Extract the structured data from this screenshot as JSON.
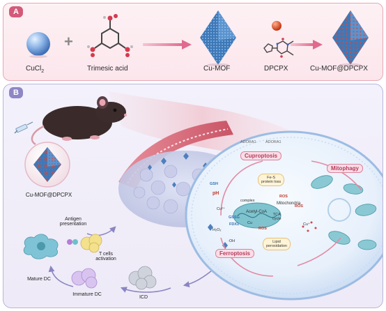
{
  "panel_a": {
    "letter": "A",
    "items": {
      "cucl2_prefix": "CuCl",
      "cucl2_sub": "2",
      "acid": "Trimesic acid",
      "mof": "Cu-MOF",
      "drug": "DPCPX",
      "product": "Cu-MOF@DPCPX"
    },
    "plus": "+"
  },
  "panel_b": {
    "letter": "B",
    "nanoparticle_label": "Cu-MOF@DPCPX",
    "immune": {
      "antigen": [
        "Antigen",
        "presentation"
      ],
      "tcells": [
        "T cells",
        "activation"
      ],
      "mature_dc": "Mature DC",
      "immature_dc": "Immature DC",
      "icd": "ICD"
    },
    "cell": {
      "cuproptosis": "Cuproptosis",
      "mitophagy": "Mitophagy",
      "ferroptosis": "Ferroptosis",
      "fes": [
        "Fe-S",
        "protein loss"
      ],
      "complex": "complex",
      "acetyl": "Acetyl-CoA",
      "mito": "Mitochondria",
      "tca": [
        "TCA",
        "cycle"
      ],
      "lipid": [
        "Lipid",
        "peroxidation"
      ],
      "gsh": "GSH",
      "gssg": "GSSG",
      "ph": "pH",
      "fdx1": "FDX1",
      "ros1": "ROS",
      "ros2": "ROS",
      "ros3": "ROS",
      "h2o2": "H₂O₂",
      "oh": "·OH",
      "cu2": "Cu²⁺",
      "cu_plus": "Cu⁺",
      "cu_ion": "Cu",
      "adora1": "ADORA1",
      "adora2": "ADORA1"
    }
  },
  "colors": {
    "panel_a_border": "#e7a7b4",
    "panel_b_border": "#b9b6dc",
    "letter_a_bg": "#d45a7a",
    "letter_b_bg": "#8e86c6",
    "mof_blue": "#3d78b8",
    "tag_pink": "#b23d5e"
  }
}
